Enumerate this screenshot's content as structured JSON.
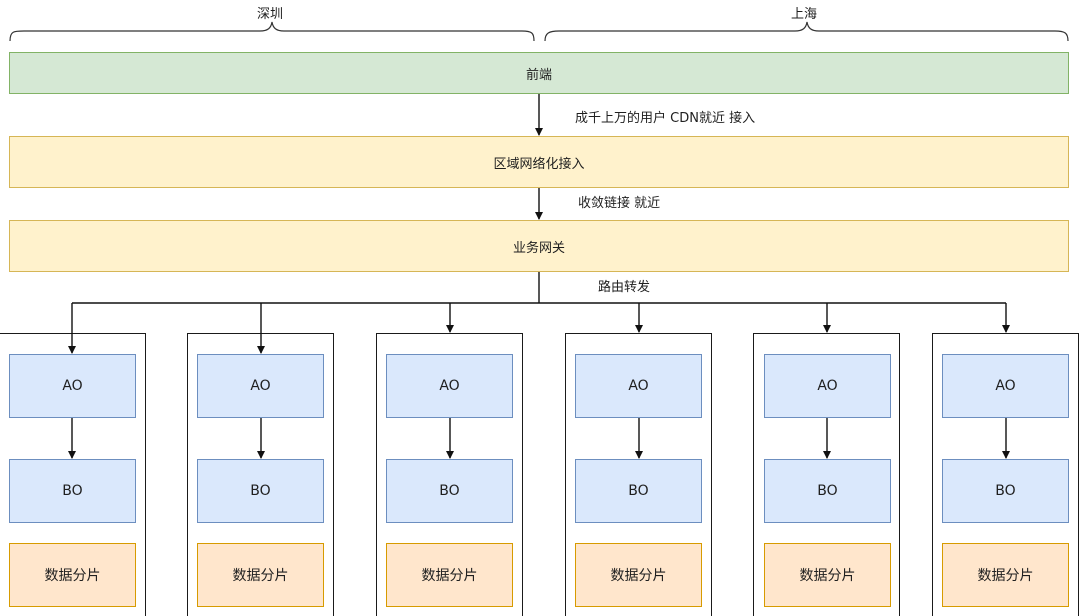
{
  "regions": {
    "left": "深圳",
    "right": "上海"
  },
  "layers": {
    "frontend": "前端",
    "access": "区域网络化接入",
    "gateway": "业务网关"
  },
  "edges": {
    "frontend_to_access": "成千上万的用户   CDN就近 接入",
    "access_to_gateway": "收敛链接   就近",
    "gateway_to_shards": "路由转发"
  },
  "shard_labels": {
    "ao": "AO",
    "bo": "BO",
    "data": "数据分片"
  },
  "shard_count": 6,
  "colors": {
    "frontend_fill": "#d5e8d4",
    "frontend_border": "#82b366",
    "layer_fill": "#fff2cc",
    "layer_border": "#d6b656",
    "service_fill": "#dae8fc",
    "service_border": "#6c8ebf",
    "data_fill": "#ffe6cc",
    "data_border": "#d79b00"
  }
}
